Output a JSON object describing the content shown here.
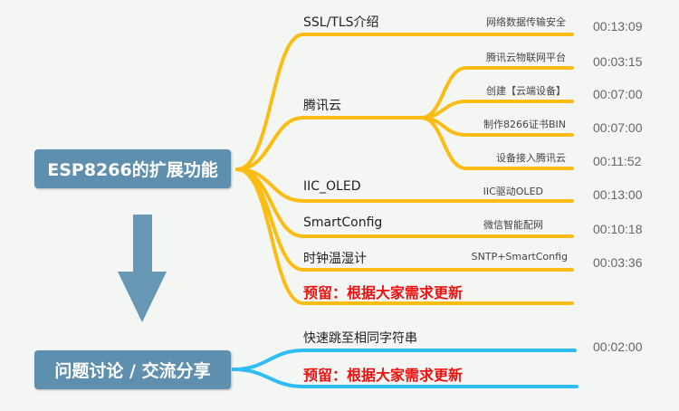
{
  "roots": [
    {
      "label": "ESP8266的扩展功能"
    },
    {
      "label": "问题讨论 / 交流分享"
    }
  ],
  "branches": {
    "ssl": {
      "label": "SSL/TLS介绍",
      "sub": "网络数据传输安全",
      "time": "00:13:09"
    },
    "tencent": {
      "label": "腾讯云",
      "children": [
        {
          "sub": "腾讯云物联网平台",
          "time": "00:03:15"
        },
        {
          "sub": "创建【云端设备】",
          "time": "00:07:00"
        },
        {
          "sub": "制作8266证书BIN",
          "time": "00:07:00"
        },
        {
          "sub": "设备接入腾讯云",
          "time": "00:11:52"
        }
      ]
    },
    "iic": {
      "label": "IIC_OLED",
      "sub": "IIC驱动OLED",
      "time": "00:13:00"
    },
    "smart": {
      "label": "SmartConfig",
      "sub": "微信智能配网",
      "time": "00:10:18"
    },
    "clock": {
      "label": "时钟温湿计",
      "sub": "SNTP+SmartConfig",
      "time": "00:03:36"
    },
    "reserve1": {
      "label": "预留：根据大家需求更新"
    },
    "jump": {
      "label": "快速跳至相同字符串",
      "time": "00:02:00"
    },
    "reserve2": {
      "label": "预留：根据大家需求更新"
    }
  },
  "colors": {
    "branch_yellow": "#fbbd14",
    "branch_blue": "#2ebdf5",
    "root_box": "#5f8fae",
    "arrow": "#6797b5",
    "reserve_text": "#f01010"
  }
}
